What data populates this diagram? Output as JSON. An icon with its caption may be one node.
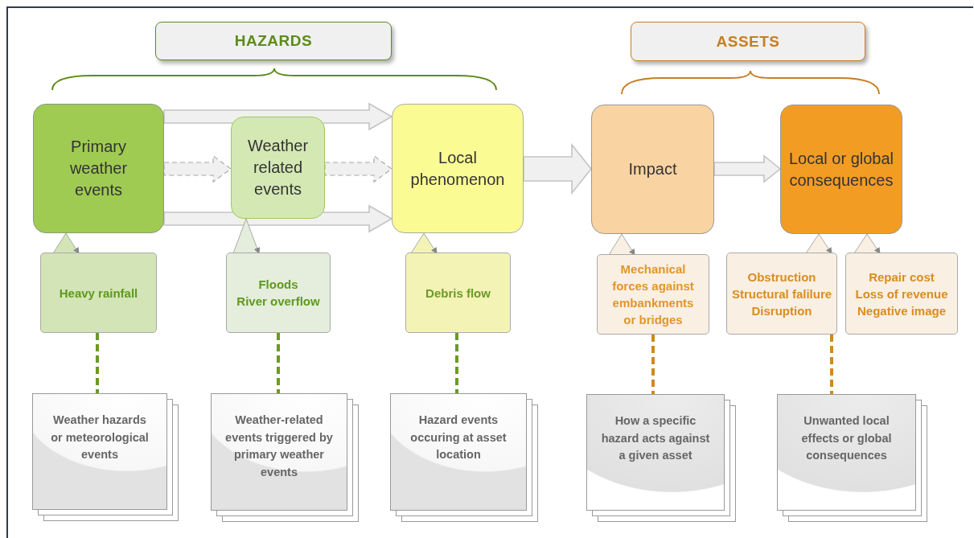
{
  "diagram": {
    "nodes": [
      {
        "text": [
          "HAZARDS"
        ]
      },
      {
        "text": [
          "ASSETS"
        ]
      },
      {
        "text": [
          "Primary weather events"
        ]
      },
      {
        "text": [
          "Weather related events"
        ]
      },
      {
        "text": [
          "Local phenomenon"
        ]
      },
      {
        "text": [
          "Impact"
        ]
      },
      {
        "text": [
          "Local or global consequences"
        ]
      },
      {
        "text": [
          "Heavy rainfall"
        ]
      },
      {
        "text": [
          "Floods",
          "River overflow"
        ]
      },
      {
        "text": [
          "Debris flow"
        ]
      },
      {
        "text": [
          "Mechanical forces against embankments or bridges"
        ]
      },
      {
        "text": [
          "Obstruction",
          "Structural falilure",
          "Disruption"
        ]
      },
      {
        "text": [
          "Repair cost",
          "Loss of revenue",
          "Negative image"
        ]
      },
      {
        "text": [
          "Weather hazards or meteorological events"
        ]
      },
      {
        "text": [
          "Weather-related events triggered by primary weather events"
        ]
      },
      {
        "text": [
          "Hazard events occuring at asset location"
        ]
      },
      {
        "text": [
          "How a specific hazard acts against a given asset"
        ]
      },
      {
        "text": [
          "Unwanted local effects or global consequences"
        ]
      }
    ],
    "edges": [
      {
        "from": 2,
        "to": 4,
        "arrow": "to",
        "style": "thick"
      },
      {
        "from": 2,
        "to": 3,
        "arrow": "to",
        "style": "dashed"
      },
      {
        "from": 3,
        "to": 4,
        "arrow": "to",
        "style": "dashed"
      },
      {
        "from": 2,
        "to": 4,
        "arrow": "to",
        "style": "thick"
      },
      {
        "from": 4,
        "to": 5,
        "arrow": "to",
        "style": "thick"
      },
      {
        "from": 5,
        "to": 6,
        "arrow": "to",
        "style": "thick"
      },
      {
        "from": 7,
        "to": 2,
        "arrow": "to"
      },
      {
        "from": 8,
        "to": 3,
        "arrow": "to"
      },
      {
        "from": 9,
        "to": 4,
        "arrow": "to"
      },
      {
        "from": 10,
        "to": 5,
        "arrow": "to"
      },
      {
        "from": 11,
        "to": 6,
        "arrow": "to"
      },
      {
        "from": 12,
        "to": 6,
        "arrow": "to"
      },
      {
        "from": 7,
        "to": 13,
        "arrow": "none",
        "style": "dashed",
        "color": "#6b9a22"
      },
      {
        "from": 8,
        "to": 14,
        "arrow": "none",
        "style": "dashed",
        "color": "#6b9a22"
      },
      {
        "from": 9,
        "to": 15,
        "arrow": "none",
        "style": "dashed",
        "color": "#6b9a22"
      },
      {
        "from": 10,
        "to": 16,
        "arrow": "none",
        "style": "dashed",
        "color": "#d08a1f"
      },
      {
        "from": 11,
        "to": 17,
        "arrow": "none",
        "style": "dashed",
        "color": "#d08a1f"
      }
    ]
  }
}
